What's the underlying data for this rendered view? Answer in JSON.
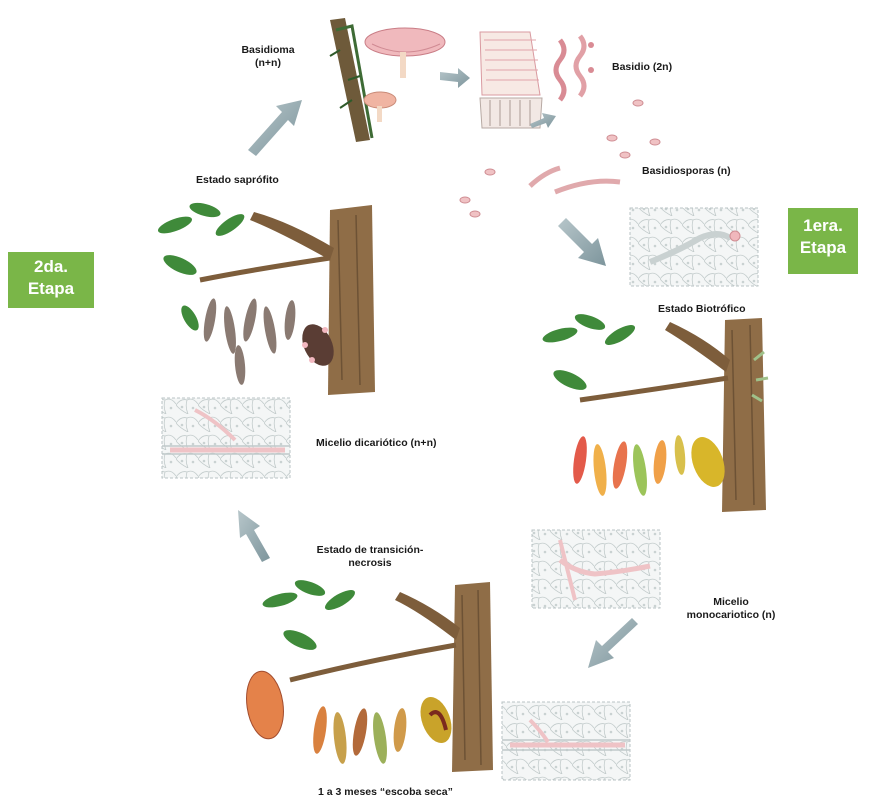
{
  "colors": {
    "stage_green": "#7ab648",
    "arrow": "#8aa1a8",
    "bark": "#8a6a48",
    "leaf": "#3f8a3a",
    "dry_leaf": "#8a7a72",
    "pink": "#e7a9a9",
    "pod": "#d8b62a",
    "cell_border": "#b9c3c4"
  },
  "labels": {
    "basidioma": [
      "Basidioma",
      "(n+n)"
    ],
    "basidio": "Basidio (2n)",
    "basidiosporas": "Basidiosporas (n)",
    "estado_biotrofico": "Estado Biotrófico",
    "estado_saprofito": "Estado saprófito",
    "micelio_dicariotico": "Micelio dicariótico (n+n)",
    "micelio_monocariotico": [
      "Micelio",
      "monocariotico (n)"
    ],
    "transicion": [
      "Estado de transición-",
      "necrosis"
    ],
    "escoba_seca": "1 a 3 meses “escoba seca”"
  },
  "stages": {
    "primera": [
      "1era.",
      "Etapa"
    ],
    "segunda": [
      "2da.",
      "Etapa"
    ]
  }
}
